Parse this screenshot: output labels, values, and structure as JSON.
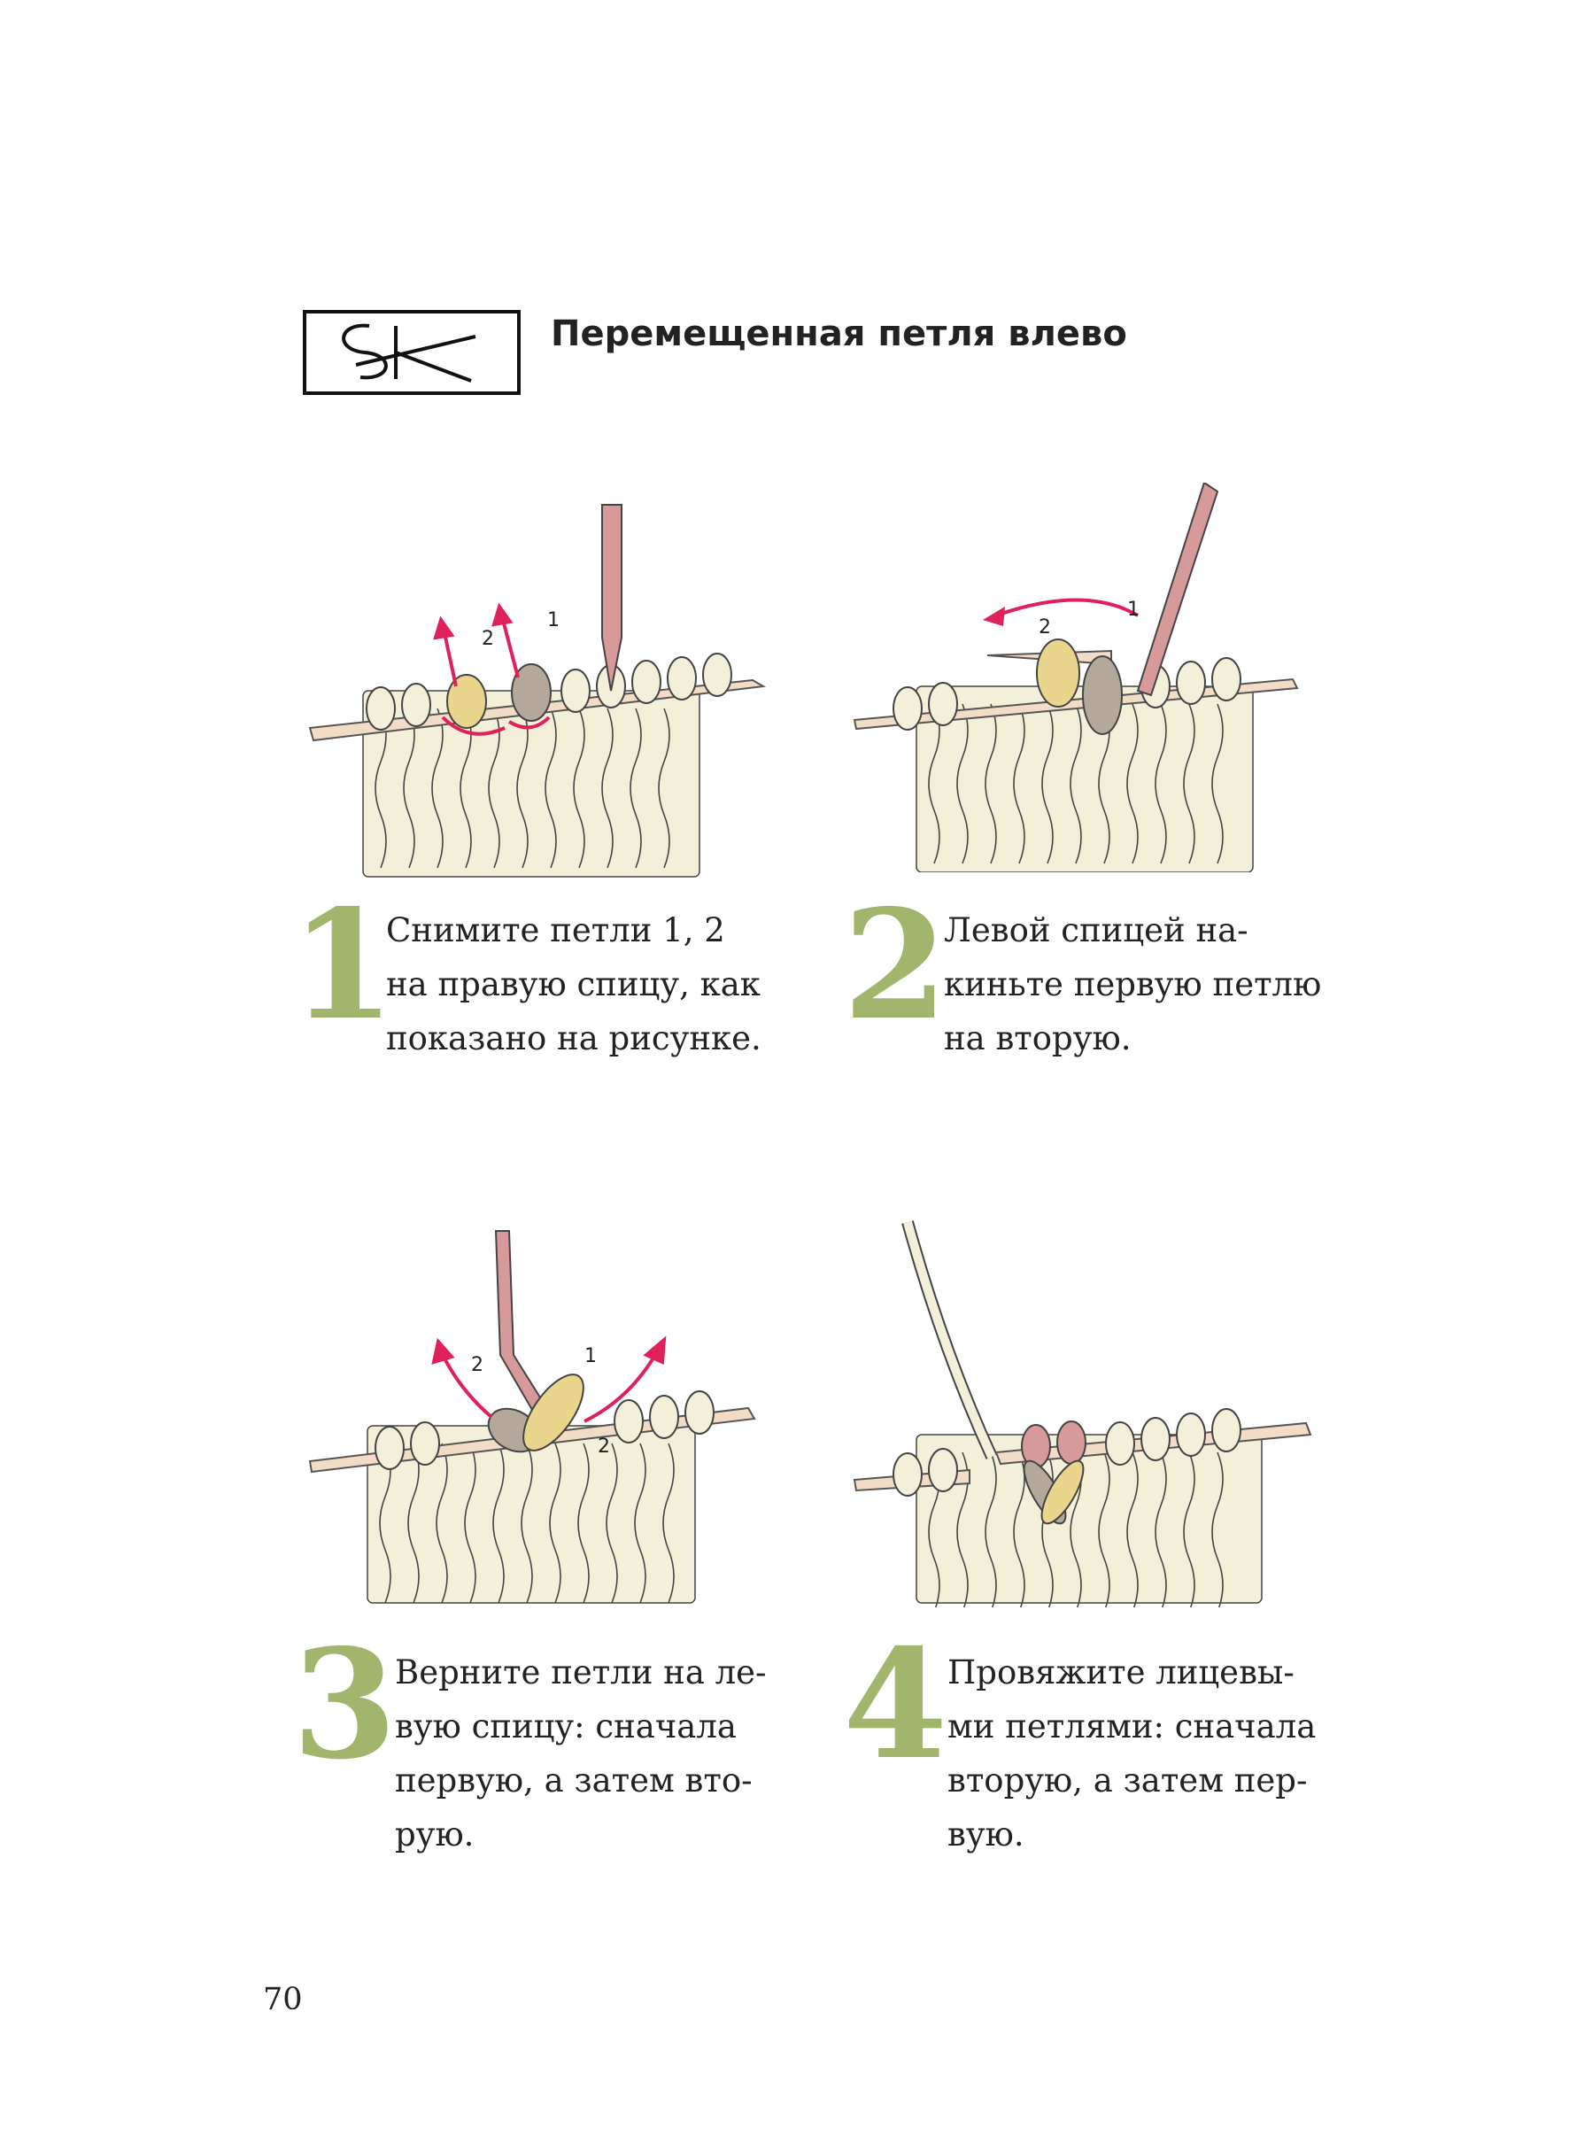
{
  "title": "Перемещенная петля влево",
  "symbol_icon": "cross-stitch-left-symbol",
  "colors": {
    "accent_number": "#a1b56d",
    "arrow": "#e0205a",
    "needle": "#f2dcc6",
    "yarn_cream": "#f4efd8",
    "loop_yellow": "#e9d68c",
    "loop_taupe": "#b3a89a",
    "loop_pink": "#d69a9a"
  },
  "steps": [
    {
      "number": "1",
      "lines": [
        "Снимите петли 1, 2",
        "на правую спицу, как",
        "показано на рисунке."
      ],
      "labels": [
        "2",
        "1"
      ]
    },
    {
      "number": "2",
      "lines": [
        "Левой спицей на-",
        "киньте первую петлю",
        "на вторую."
      ],
      "labels": [
        "2",
        "1"
      ]
    },
    {
      "number": "3",
      "lines": [
        "Верните петли на ле-",
        "вую спицу: сначала",
        "первую, а затем вто-",
        "рую."
      ],
      "labels": [
        "2",
        "1",
        "2"
      ]
    },
    {
      "number": "4",
      "lines": [
        "Провяжите лицевы-",
        "ми петлями: сначала",
        "вторую, а затем пер-",
        "вую."
      ],
      "labels": []
    }
  ],
  "page_number": "70"
}
